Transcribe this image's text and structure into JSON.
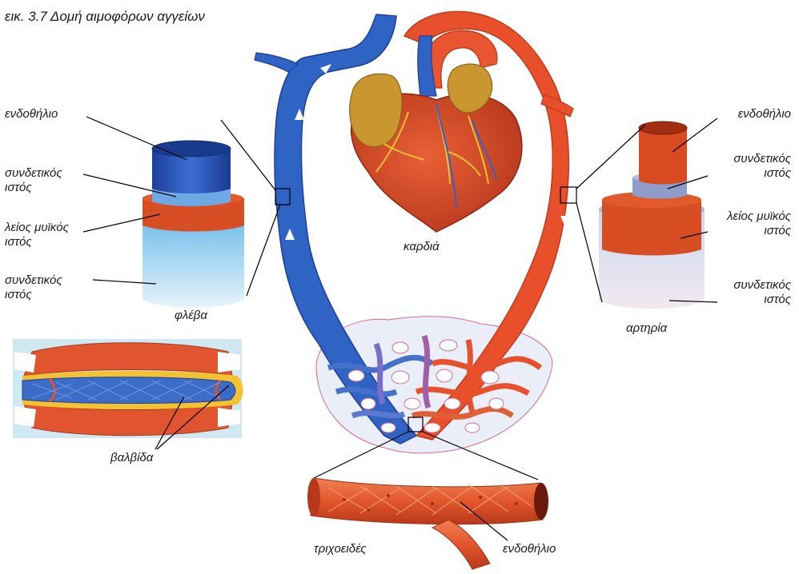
{
  "figure": {
    "caption": "εικ. 3.7 Δομή αιμοφόρων αγγείων"
  },
  "colors": {
    "vein_blue": "#2f64c4",
    "vein_dark": "#1d3f9a",
    "artery_red": "#e8502c",
    "artery_dark": "#c23a1c",
    "heart_red": "#d9471f",
    "atrium_gold": "#c9962f",
    "vessel_yellow": "#f2c230",
    "tissue_light_blue": "#9fd2ef"
  },
  "vein": {
    "layers": [
      "ενδοθήλιο",
      "συνδετικός ιστός",
      "λείος μυϊκός ιστός",
      "συνδετικός ιστός"
    ],
    "name": "φλέβα"
  },
  "artery": {
    "layers": [
      "ενδοθήλιο",
      "συνδετικός ιστός",
      "λείος μυϊκός ιστός",
      "συνδετικός ιστός"
    ],
    "name": "αρτηρία"
  },
  "heart": {
    "label": "καρδιά"
  },
  "valve": {
    "label": "βαλβίδα"
  },
  "capillary": {
    "label": "τριχοειδές",
    "inner_label": "ενδοθήλιο"
  }
}
